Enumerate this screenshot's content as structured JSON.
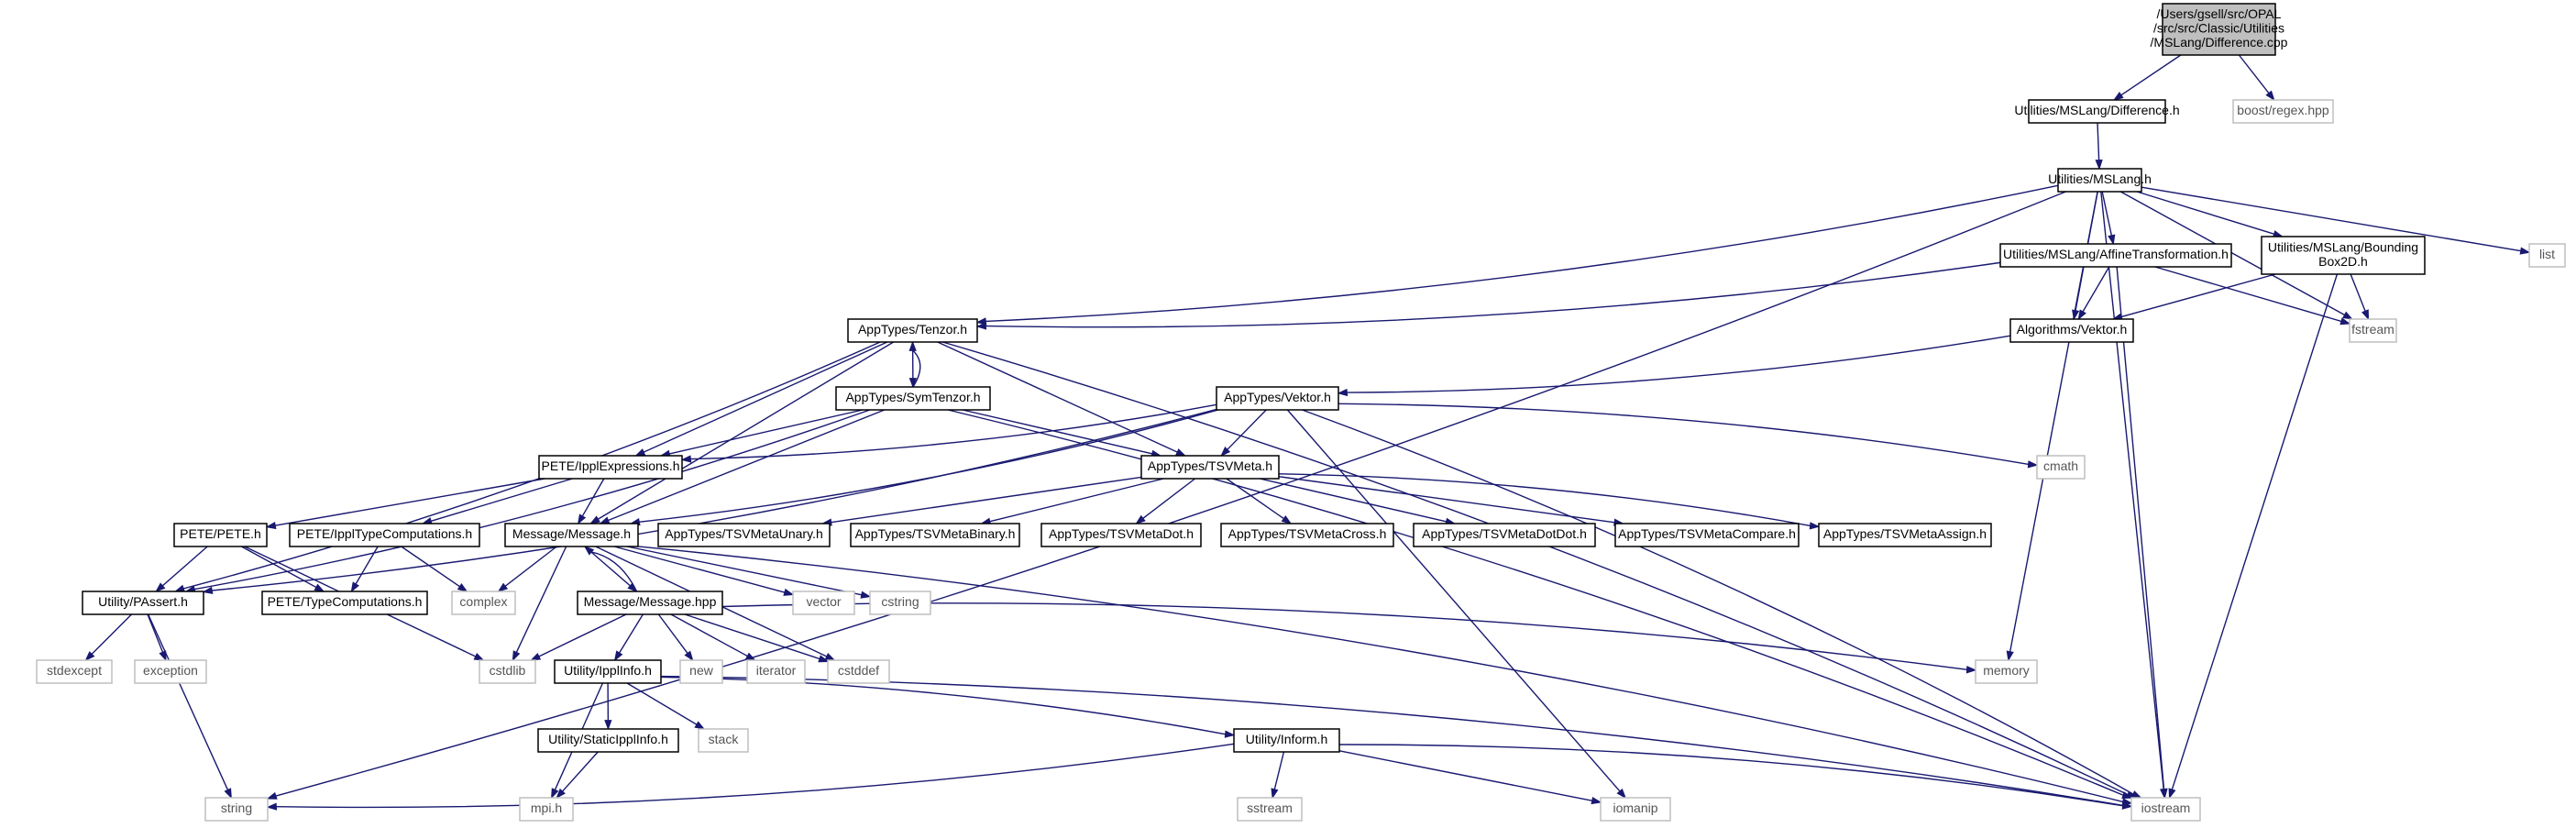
{
  "graph": {
    "type": "include-dependency-graph",
    "colors": {
      "edge": "#191970",
      "root_fill": "#bfbfbf",
      "root_border": "#000000",
      "project_border": "#000000",
      "system_border": "#bfbfbf",
      "system_text": "#555555"
    },
    "nodes": [
      {
        "id": "root",
        "lines": [
          "/Users/gsell/src/OPAL",
          "/src/src/Classic/Utilities",
          "/MSLang/Difference.cpp"
        ],
        "kind": "root"
      },
      {
        "id": "difference_h",
        "lines": [
          "Utilities/MSLang/Difference.h"
        ],
        "kind": "project"
      },
      {
        "id": "boost_regex",
        "lines": [
          "boost/regex.hpp"
        ],
        "kind": "system"
      },
      {
        "id": "mslang_h",
        "lines": [
          "Utilities/MSLang.h"
        ],
        "kind": "project"
      },
      {
        "id": "list",
        "lines": [
          "list"
        ],
        "kind": "system"
      },
      {
        "id": "affine_h",
        "lines": [
          "Utilities/MSLang/AffineTransformation.h"
        ],
        "kind": "project"
      },
      {
        "id": "bbox_h",
        "lines": [
          "Utilities/MSLang/Bounding",
          "Box2D.h"
        ],
        "kind": "project"
      },
      {
        "id": "fstream",
        "lines": [
          "fstream"
        ],
        "kind": "system"
      },
      {
        "id": "tenzor_h",
        "lines": [
          "AppTypes/Tenzor.h"
        ],
        "kind": "project"
      },
      {
        "id": "vektor_alg_h",
        "lines": [
          "Algorithms/Vektor.h"
        ],
        "kind": "project"
      },
      {
        "id": "symtenzor_h",
        "lines": [
          "AppTypes/SymTenzor.h"
        ],
        "kind": "project"
      },
      {
        "id": "vektor_h",
        "lines": [
          "AppTypes/Vektor.h"
        ],
        "kind": "project"
      },
      {
        "id": "cmath",
        "lines": [
          "cmath"
        ],
        "kind": "system"
      },
      {
        "id": "ipplexpr_h",
        "lines": [
          "PETE/IpplExpressions.h"
        ],
        "kind": "project"
      },
      {
        "id": "tsvmeta_h",
        "lines": [
          "AppTypes/TSVMeta.h"
        ],
        "kind": "project"
      },
      {
        "id": "pete_h",
        "lines": [
          "PETE/PETE.h"
        ],
        "kind": "project"
      },
      {
        "id": "ippltypecomp_h",
        "lines": [
          "PETE/IpplTypeComputations.h"
        ],
        "kind": "project"
      },
      {
        "id": "message_h",
        "lines": [
          "Message/Message.h"
        ],
        "kind": "project"
      },
      {
        "id": "tsvunary_h",
        "lines": [
          "AppTypes/TSVMetaUnary.h"
        ],
        "kind": "project"
      },
      {
        "id": "tsvbinary_h",
        "lines": [
          "AppTypes/TSVMetaBinary.h"
        ],
        "kind": "project"
      },
      {
        "id": "tsvdot_h",
        "lines": [
          "AppTypes/TSVMetaDot.h"
        ],
        "kind": "project"
      },
      {
        "id": "tsvcross_h",
        "lines": [
          "AppTypes/TSVMetaCross.h"
        ],
        "kind": "project"
      },
      {
        "id": "tsvdotdot_h",
        "lines": [
          "AppTypes/TSVMetaDotDot.h"
        ],
        "kind": "project"
      },
      {
        "id": "tsvcompare_h",
        "lines": [
          "AppTypes/TSVMetaCompare.h"
        ],
        "kind": "project"
      },
      {
        "id": "tsvassign_h",
        "lines": [
          "AppTypes/TSVMetaAssign.h"
        ],
        "kind": "project"
      },
      {
        "id": "passert_h",
        "lines": [
          "Utility/PAssert.h"
        ],
        "kind": "project"
      },
      {
        "id": "typecomp_h",
        "lines": [
          "PETE/TypeComputations.h"
        ],
        "kind": "project"
      },
      {
        "id": "complex",
        "lines": [
          "complex"
        ],
        "kind": "system"
      },
      {
        "id": "message_hpp",
        "lines": [
          "Message/Message.hpp"
        ],
        "kind": "project"
      },
      {
        "id": "vector",
        "lines": [
          "vector"
        ],
        "kind": "system"
      },
      {
        "id": "cstring",
        "lines": [
          "cstring"
        ],
        "kind": "system"
      },
      {
        "id": "stdexcept",
        "lines": [
          "stdexcept"
        ],
        "kind": "system"
      },
      {
        "id": "exception",
        "lines": [
          "exception"
        ],
        "kind": "system"
      },
      {
        "id": "cstdlib",
        "lines": [
          "cstdlib"
        ],
        "kind": "system"
      },
      {
        "id": "ipplinfo_h",
        "lines": [
          "Utility/IpplInfo.h"
        ],
        "kind": "project"
      },
      {
        "id": "new",
        "lines": [
          "new"
        ],
        "kind": "system"
      },
      {
        "id": "iterator",
        "lines": [
          "iterator"
        ],
        "kind": "system"
      },
      {
        "id": "cstddef",
        "lines": [
          "cstddef"
        ],
        "kind": "system"
      },
      {
        "id": "memory",
        "lines": [
          "memory"
        ],
        "kind": "system"
      },
      {
        "id": "staticipplinfo_h",
        "lines": [
          "Utility/StaticIpplInfo.h"
        ],
        "kind": "project"
      },
      {
        "id": "stack",
        "lines": [
          "stack"
        ],
        "kind": "system"
      },
      {
        "id": "inform_h",
        "lines": [
          "Utility/Inform.h"
        ],
        "kind": "project"
      },
      {
        "id": "string",
        "lines": [
          "string"
        ],
        "kind": "system"
      },
      {
        "id": "mpi_h",
        "lines": [
          "mpi.h"
        ],
        "kind": "system"
      },
      {
        "id": "sstream",
        "lines": [
          "sstream"
        ],
        "kind": "system"
      },
      {
        "id": "iomanip",
        "lines": [
          "iomanip"
        ],
        "kind": "system"
      },
      {
        "id": "iostream",
        "lines": [
          "iostream"
        ],
        "kind": "system"
      }
    ],
    "edges": [
      [
        "root",
        "difference_h"
      ],
      [
        "root",
        "boost_regex"
      ],
      [
        "difference_h",
        "mslang_h"
      ],
      [
        "mslang_h",
        "list"
      ],
      [
        "mslang_h",
        "affine_h"
      ],
      [
        "mslang_h",
        "bbox_h"
      ],
      [
        "mslang_h",
        "fstream"
      ],
      [
        "mslang_h",
        "tenzor_h"
      ],
      [
        "mslang_h",
        "vektor_alg_h"
      ],
      [
        "mslang_h",
        "string"
      ],
      [
        "mslang_h",
        "memory"
      ],
      [
        "mslang_h",
        "iostream"
      ],
      [
        "affine_h",
        "tenzor_h"
      ],
      [
        "affine_h",
        "vektor_alg_h"
      ],
      [
        "affine_h",
        "fstream"
      ],
      [
        "affine_h",
        "iostream"
      ],
      [
        "bbox_h",
        "vektor_alg_h"
      ],
      [
        "bbox_h",
        "fstream"
      ],
      [
        "bbox_h",
        "iostream"
      ],
      [
        "vektor_alg_h",
        "vektor_h"
      ],
      [
        "tenzor_h",
        "symtenzor_h"
      ],
      [
        "tenzor_h",
        "ipplexpr_h"
      ],
      [
        "tenzor_h",
        "tsvmeta_h"
      ],
      [
        "tenzor_h",
        "message_h"
      ],
      [
        "tenzor_h",
        "passert_h"
      ],
      [
        "tenzor_h",
        "iostream"
      ],
      [
        "symtenzor_h",
        "tenzor_h"
      ],
      [
        "symtenzor_h",
        "ipplexpr_h"
      ],
      [
        "symtenzor_h",
        "tsvmeta_h"
      ],
      [
        "symtenzor_h",
        "message_h"
      ],
      [
        "symtenzor_h",
        "passert_h"
      ],
      [
        "symtenzor_h",
        "iostream"
      ],
      [
        "vektor_h",
        "ipplexpr_h"
      ],
      [
        "vektor_h",
        "tsvmeta_h"
      ],
      [
        "vektor_h",
        "message_h"
      ],
      [
        "vektor_h",
        "passert_h"
      ],
      [
        "vektor_h",
        "cmath"
      ],
      [
        "vektor_h",
        "iomanip"
      ],
      [
        "vektor_h",
        "iostream"
      ],
      [
        "ipplexpr_h",
        "pete_h"
      ],
      [
        "ipplexpr_h",
        "ippltypecomp_h"
      ],
      [
        "ipplexpr_h",
        "message_h"
      ],
      [
        "tsvmeta_h",
        "tsvunary_h"
      ],
      [
        "tsvmeta_h",
        "tsvbinary_h"
      ],
      [
        "tsvmeta_h",
        "tsvdot_h"
      ],
      [
        "tsvmeta_h",
        "tsvcross_h"
      ],
      [
        "tsvmeta_h",
        "tsvdotdot_h"
      ],
      [
        "tsvmeta_h",
        "tsvcompare_h"
      ],
      [
        "tsvmeta_h",
        "tsvassign_h"
      ],
      [
        "pete_h",
        "passert_h"
      ],
      [
        "pete_h",
        "typecomp_h"
      ],
      [
        "pete_h",
        "cstdlib"
      ],
      [
        "ippltypecomp_h",
        "typecomp_h"
      ],
      [
        "ippltypecomp_h",
        "complex"
      ],
      [
        "passert_h",
        "stdexcept"
      ],
      [
        "passert_h",
        "exception"
      ],
      [
        "passert_h",
        "string"
      ],
      [
        "message_h",
        "complex"
      ],
      [
        "message_h",
        "message_hpp"
      ],
      [
        "message_h",
        "vector"
      ],
      [
        "message_h",
        "cstring"
      ],
      [
        "message_h",
        "cstdlib"
      ],
      [
        "message_h",
        "cstddef"
      ],
      [
        "message_h",
        "iostream"
      ],
      [
        "message_hpp",
        "message_h"
      ],
      [
        "message_hpp",
        "cstdlib"
      ],
      [
        "message_hpp",
        "ipplinfo_h"
      ],
      [
        "message_hpp",
        "new"
      ],
      [
        "message_hpp",
        "iterator"
      ],
      [
        "message_hpp",
        "cstddef"
      ],
      [
        "message_hpp",
        "memory"
      ],
      [
        "ipplinfo_h",
        "staticipplinfo_h"
      ],
      [
        "ipplinfo_h",
        "stack"
      ],
      [
        "ipplinfo_h",
        "inform_h"
      ],
      [
        "ipplinfo_h",
        "mpi_h"
      ],
      [
        "ipplinfo_h",
        "iostream"
      ],
      [
        "staticipplinfo_h",
        "mpi_h"
      ],
      [
        "inform_h",
        "string"
      ],
      [
        "inform_h",
        "sstream"
      ],
      [
        "inform_h",
        "iomanip"
      ],
      [
        "inform_h",
        "iostream"
      ]
    ]
  }
}
